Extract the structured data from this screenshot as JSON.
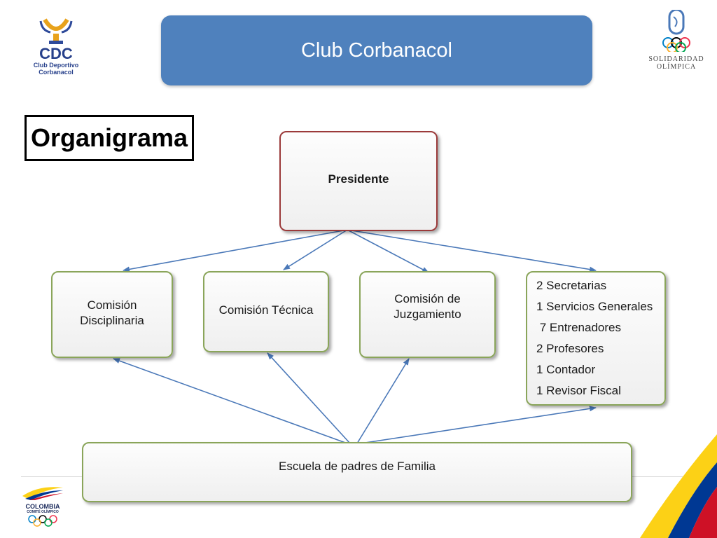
{
  "header": {
    "title": "Club Corbanacol"
  },
  "section_title": "Organigrama",
  "logos": {
    "cdc": {
      "abbr": "CDC",
      "line1": "Club Deportivo",
      "line2": "Corbanacol"
    },
    "solidaridad": {
      "line1": "SOLIDARIDAD",
      "line2": "OLÍMPICA"
    },
    "colombia": {
      "line1": "COLOMBIA",
      "line2": "COMITÉ OLÍMPICO"
    }
  },
  "org": {
    "president": "Presidente",
    "comision_disciplinaria": "Comisión Disciplinaria",
    "comision_tecnica": "Comisión Técnica",
    "comision_juzgamiento": "Comisión de Juzgamiento",
    "staff": [
      "2 Secretarias",
      "1 Servicios Generales",
      " 7 Entrenadores",
      "2 Profesores",
      "1 Contador",
      "1 Revisor Fiscal"
    ],
    "escuela": "Escuela de padres de Familia"
  },
  "colors": {
    "banner": "#4f81bd",
    "arrow": "#4a78b8",
    "box_border": "#8aa55a",
    "president_border": "#9b3a3a"
  }
}
